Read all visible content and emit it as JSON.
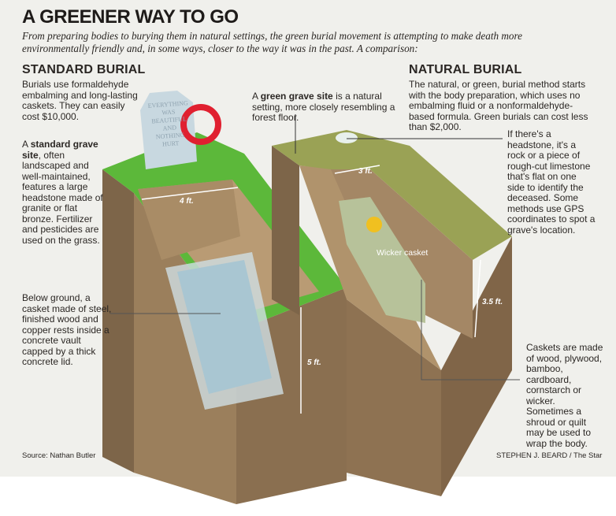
{
  "title": "A GREENER WAY TO GO",
  "subtitle": "From preparing bodies to burying them in natural settings, the green burial movement is attempting to make death more environmentally friendly and, in some ways, closer to the way it was in the past. A comparison:",
  "standard": {
    "heading": "STANDARD BURIAL",
    "intro": "Burials use formaldehyde embalming and long-lasting caskets. They can easily cost $10,000.",
    "site_bold_prefix": "A ",
    "site_bold": "standard grave site",
    "site_rest": ", often landscaped and well-maintained, features a large headstone made of granite or flat bronze. Fertilizer and pesticides are used on the grass.",
    "below": "Below ground, a casket made of steel, finished wood and copper rests inside a concrete vault capped by a thick concrete lid.",
    "width": "4 ft.",
    "depth": "5 ft.",
    "headstone_text": "EVERYTHING WAS BEAUTIFUL AND NOTHING HURT"
  },
  "natural": {
    "heading": "NATURAL BURIAL",
    "intro": "The natural, or green, burial method starts with the body preparation, which uses no embalming fluid or a nonformaldehyde-based formula. Green burials can cost less than $2,000.",
    "site_prefix": "A ",
    "site_bold": "green grave site",
    "site_rest": " is a natural setting, more closely resembling a forest floor.",
    "headstone": "If there's a headstone, it's a rock or a piece of rough-cut limestone that's flat on one side to identify the deceased. Some methods use GPS coordinates to spot a grave's location.",
    "caskets": "Caskets are made of wood, plywood, bamboo, cardboard, cornstarch or wicker. Sometimes a shroud or quilt may be used to wrap the body.",
    "casket_label": "Wicker casket",
    "width": "3 ft.",
    "depth": "3.5 ft."
  },
  "source": "Source: Nathan Butler",
  "credit": "STEPHEN J. BEARD / The Star",
  "colors": {
    "grass": "#5cb83a",
    "soil": "#a58a66",
    "soil_dark": "#7b6448",
    "casket_steel": "#b9d3dc",
    "wicker": "#b7c29a",
    "flowers": "#f0c020"
  }
}
